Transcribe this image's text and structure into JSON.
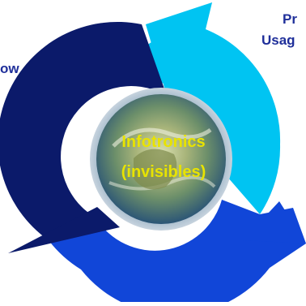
{
  "diagram": {
    "center_label_line1": "Infotronics",
    "center_label_line2": "(invisibles)",
    "right_label_line1": "Pr",
    "right_label_line2": "Usag",
    "left_label": "ow"
  },
  "colors": {
    "arrow_light": "#00c4f2",
    "arrow_mid": "#1146d8",
    "arrow_dark": "#0b1a6a",
    "label_blue": "#1f2f9a",
    "center_text": "#e8e300"
  },
  "icons": [
    "globe-image",
    "cycle-arrows"
  ]
}
